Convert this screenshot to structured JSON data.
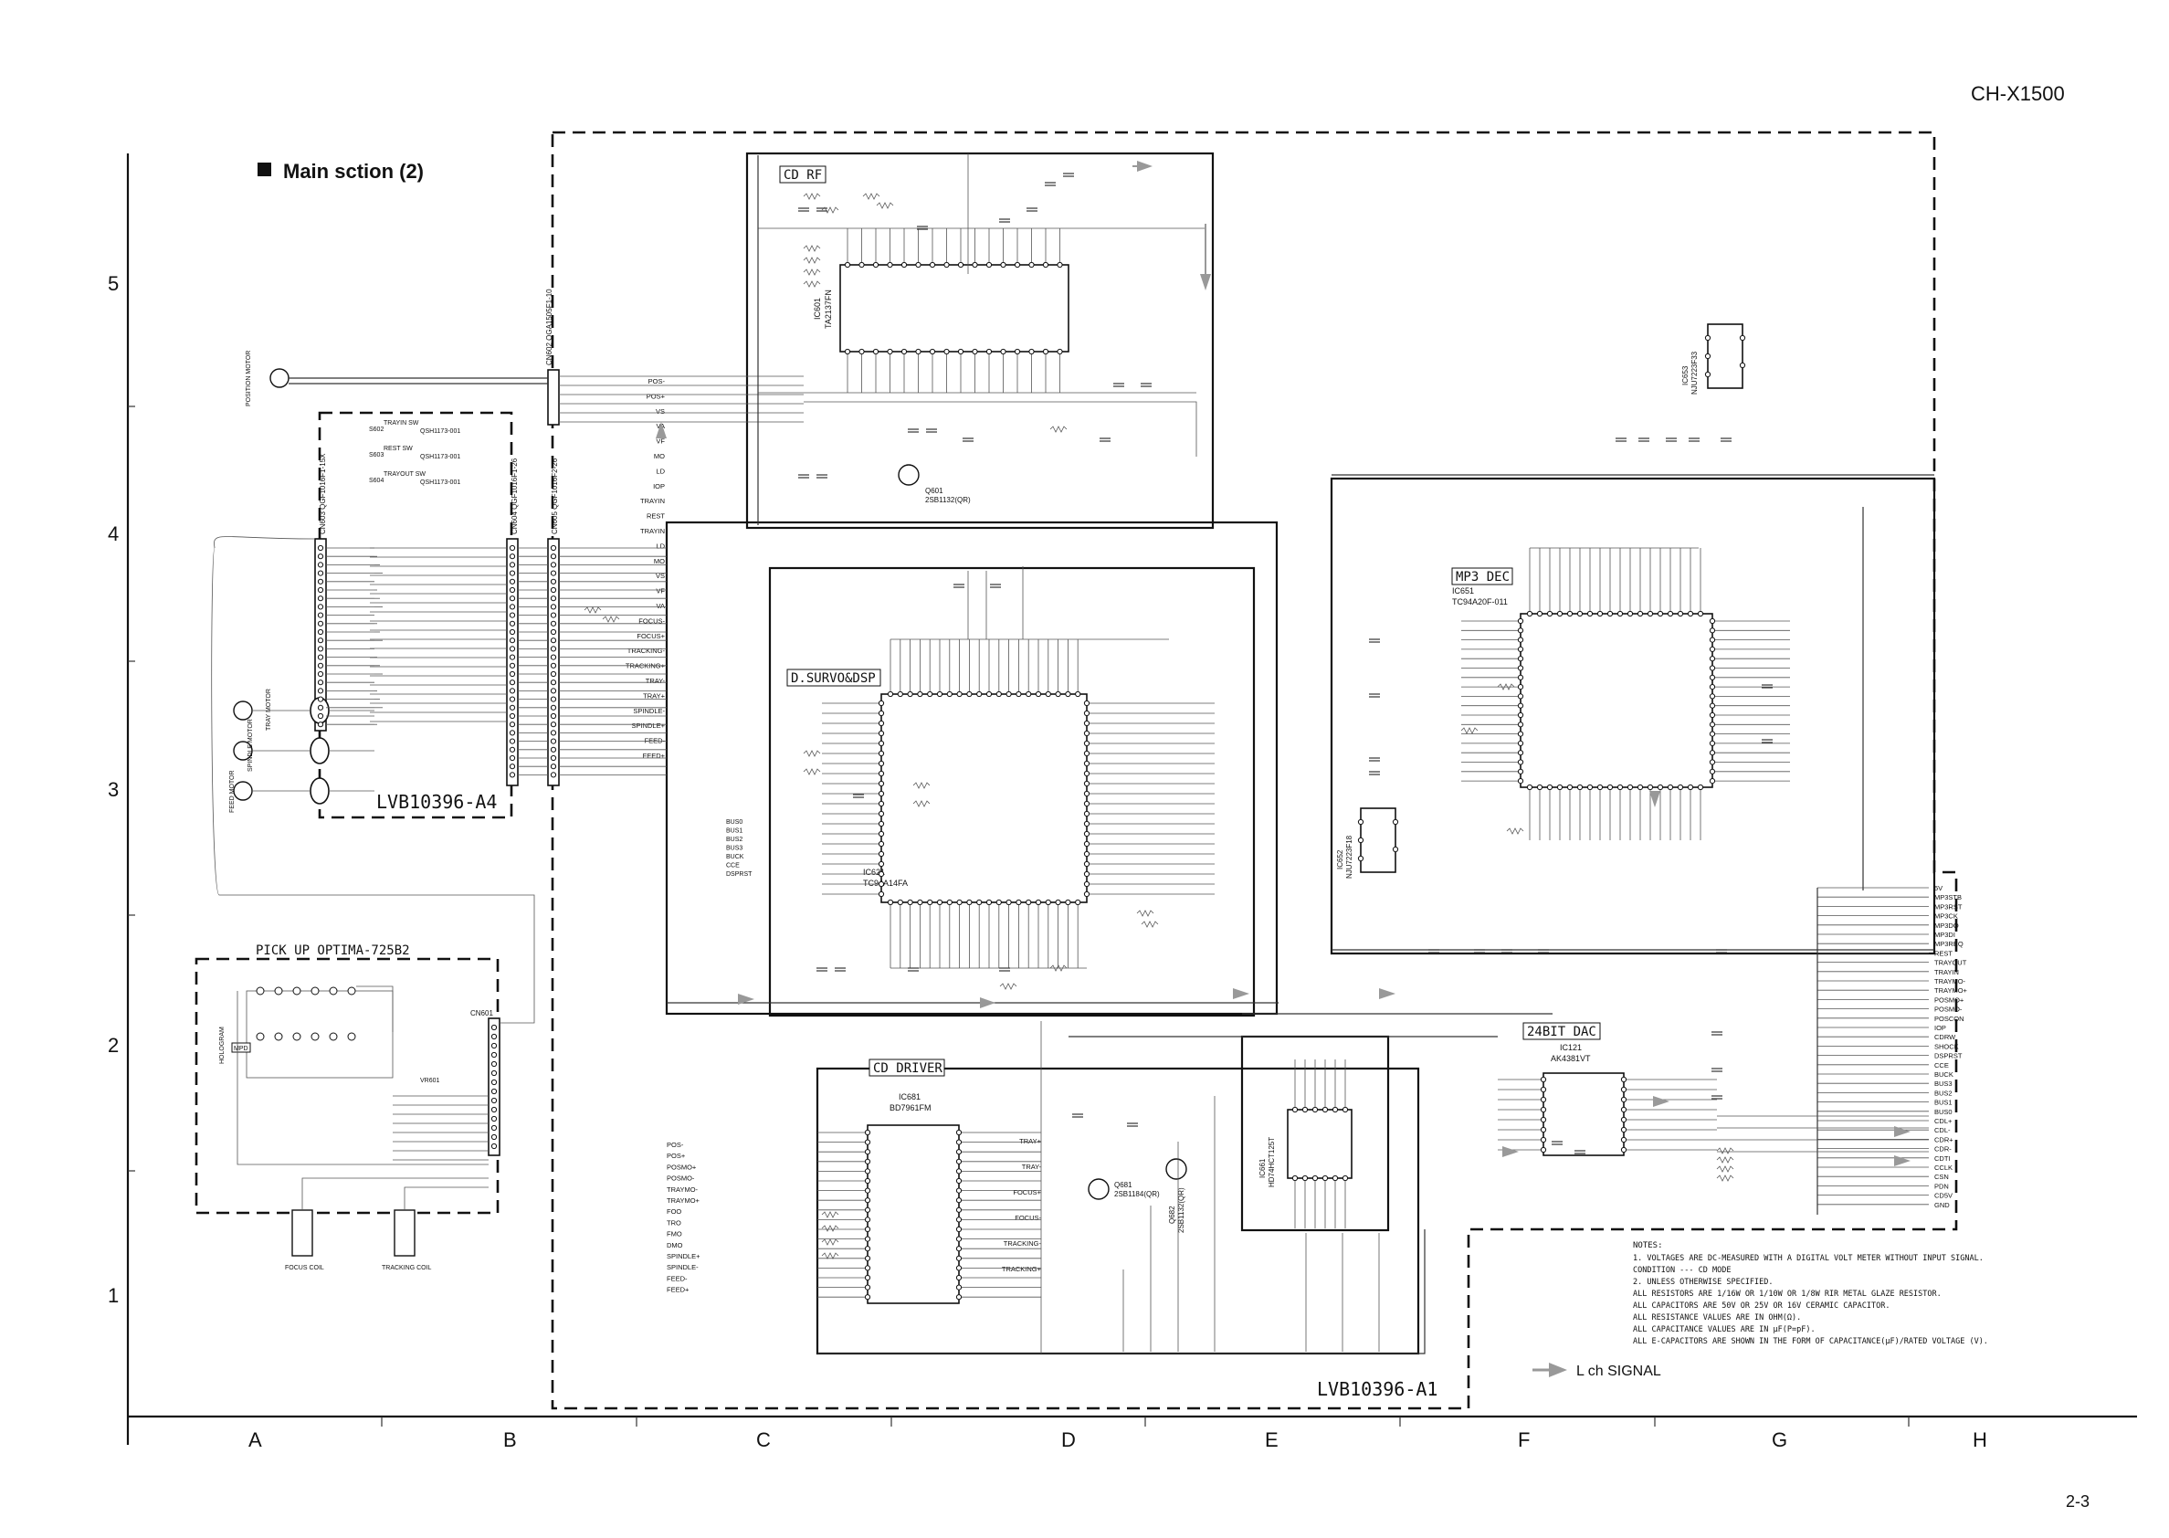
{
  "header": {
    "model": "CH-X1500",
    "page_number": "2-3"
  },
  "section_title": "Main sction (2)",
  "grid": {
    "rows": [
      "5",
      "4",
      "3",
      "2",
      "1"
    ],
    "columns": [
      "A",
      "B",
      "C",
      "D",
      "E",
      "F",
      "G",
      "H"
    ]
  },
  "boards": {
    "lower_board": "LVB10396-A4",
    "main_board": "LVB10396-A1"
  },
  "blocks": {
    "cd_rf": "CD RF",
    "servo_dsp": "D.SURVO&DSP",
    "cd_driver": "CD DRIVER",
    "mp3_dec": "MP3 DEC",
    "dac": "24BIT DAC",
    "pickup": "PICK UP  OPTIMA-725B2"
  },
  "ics": [
    {
      "ref": "IC601",
      "part": "TA2137FN"
    },
    {
      "ref": "IC621",
      "part": "TC94A14FA"
    },
    {
      "ref": "IC681",
      "part": "BD7961FM"
    },
    {
      "ref": "IC651",
      "part": "TC94A20F-011"
    },
    {
      "ref": "IC121",
      "part": "AK4381VT"
    },
    {
      "ref": "IC653",
      "part": "NJU7223F33"
    },
    {
      "ref": "IC652",
      "part": "NJU7223F18"
    },
    {
      "ref": "IC661",
      "part": "HD74HCT125T"
    }
  ],
  "transistors": [
    {
      "ref": "Q601",
      "part": "2SB1132(QR)"
    },
    {
      "ref": "Q681",
      "part": "2SB1184(QR)"
    },
    {
      "ref": "Q682",
      "part": "2SB1132(QR)"
    }
  ],
  "connectors": {
    "cn602": "CN602 QGA1505F1-10",
    "cn603": "CN603 QGF1016F1-15X",
    "cn604": "CN604 QGF1016F1-26",
    "cn601": "CN601",
    "cn605": "CN605 QGF1016F2-26"
  },
  "switches": [
    {
      "ref": "S602",
      "name": "TRAYIN SW",
      "part": "QSH1173-001"
    },
    {
      "ref": "S603",
      "name": "REST SW",
      "part": "QSH1173-001"
    },
    {
      "ref": "S604",
      "name": "TRAYOUT SW",
      "part": "QSH1173-001"
    }
  ],
  "motors": {
    "position": "POSITION MOTOR",
    "tray": "TRAY MOTOR",
    "spindle": "SPINDLE MOTOR",
    "feed": "FEED MOTOR"
  },
  "coils": {
    "focus": "FOCUS COIL",
    "tracking": "TRACKING COIL"
  },
  "pickup_parts": {
    "hologram": "HOLOGRAM",
    "lpd": "MPD",
    "vr601": "VR601"
  },
  "signals_left": [
    "POS-",
    "POS+",
    "VS",
    "VA",
    "VF",
    "MO",
    "LD",
    "IOP",
    "TRAYIN",
    "REST",
    "TRAYIN",
    "LD",
    "MO",
    "VS",
    "VF",
    "VA",
    "FOCUS-",
    "FOCUS+",
    "TRACKING-",
    "TRACKING+",
    "TRAY-",
    "TRAY+",
    "SPINDLE-",
    "SPINDLE+",
    "FEED-",
    "FEED+"
  ],
  "signals_right": [
    "5V",
    "MP3STB",
    "MP3RST",
    "MP3CK",
    "MP3DO",
    "MP3DI",
    "MP3REQ",
    "REST",
    "TRAYOUT",
    "TRAYIN",
    "TRAYMO-",
    "TRAYMO+",
    "POSMO+",
    "POSMO-",
    "POSCON",
    "IOP",
    "CDRW",
    "SHOCK",
    "DSPRST",
    "CCE",
    "BUCK",
    "BUS3",
    "BUS2",
    "BUS1",
    "BUS0",
    "CDL+",
    "CDL-",
    "CDR+",
    "CDR-",
    "CDTI",
    "CCLK",
    "CSN",
    "PDN",
    "CD5V",
    "GND"
  ],
  "driver_inputs": [
    "POS-",
    "POS+",
    "POSMO+",
    "POSMO-",
    "TRAYMO-",
    "TRAYMO+",
    "FOO",
    "TRO",
    "FMO",
    "DMO",
    "SPINDLE+",
    "SPINDLE-",
    "FEED-",
    "FEED+"
  ],
  "driver_outputs": [
    "TRAY+",
    "TRAY-",
    "FOCUS+",
    "FOCUS-",
    "TRACKING-",
    "TRACKING+"
  ],
  "servo_bus": [
    "BUS0",
    "BUS1",
    "BUS2",
    "BUS3",
    "BUCK",
    "CCE",
    "DSPRST"
  ],
  "notes": {
    "heading": "NOTES:",
    "lines": [
      "1. VOLTAGES ARE DC-MEASURED WITH A DIGITAL VOLT METER WITHOUT INPUT SIGNAL.",
      "   CONDITION --- CD MODE",
      "2. UNLESS OTHERWISE SPECIFIED.",
      "   ALL RESISTORS ARE 1/16W OR 1/10W OR 1/8W  RIR METAL GLAZE RESISTOR.",
      "   ALL CAPACITORS ARE 50V OR 25V OR 16V CERAMIC CAPACITOR.",
      "   ALL RESISTANCE VALUES ARE IN OHM(Ω).",
      "   ALL CAPACITANCE VALUES ARE IN μF(P=pF).",
      "   ALL E-CAPACITORS ARE SHOWN IN THE FORM OF CAPACITANCE(μF)/RATED VOLTAGE (V)."
    ]
  },
  "legend": {
    "label": "L ch  SIGNAL"
  },
  "colors": {
    "ink": "#111111",
    "signal_arrow": "#999999",
    "paper": "#ffffff"
  }
}
